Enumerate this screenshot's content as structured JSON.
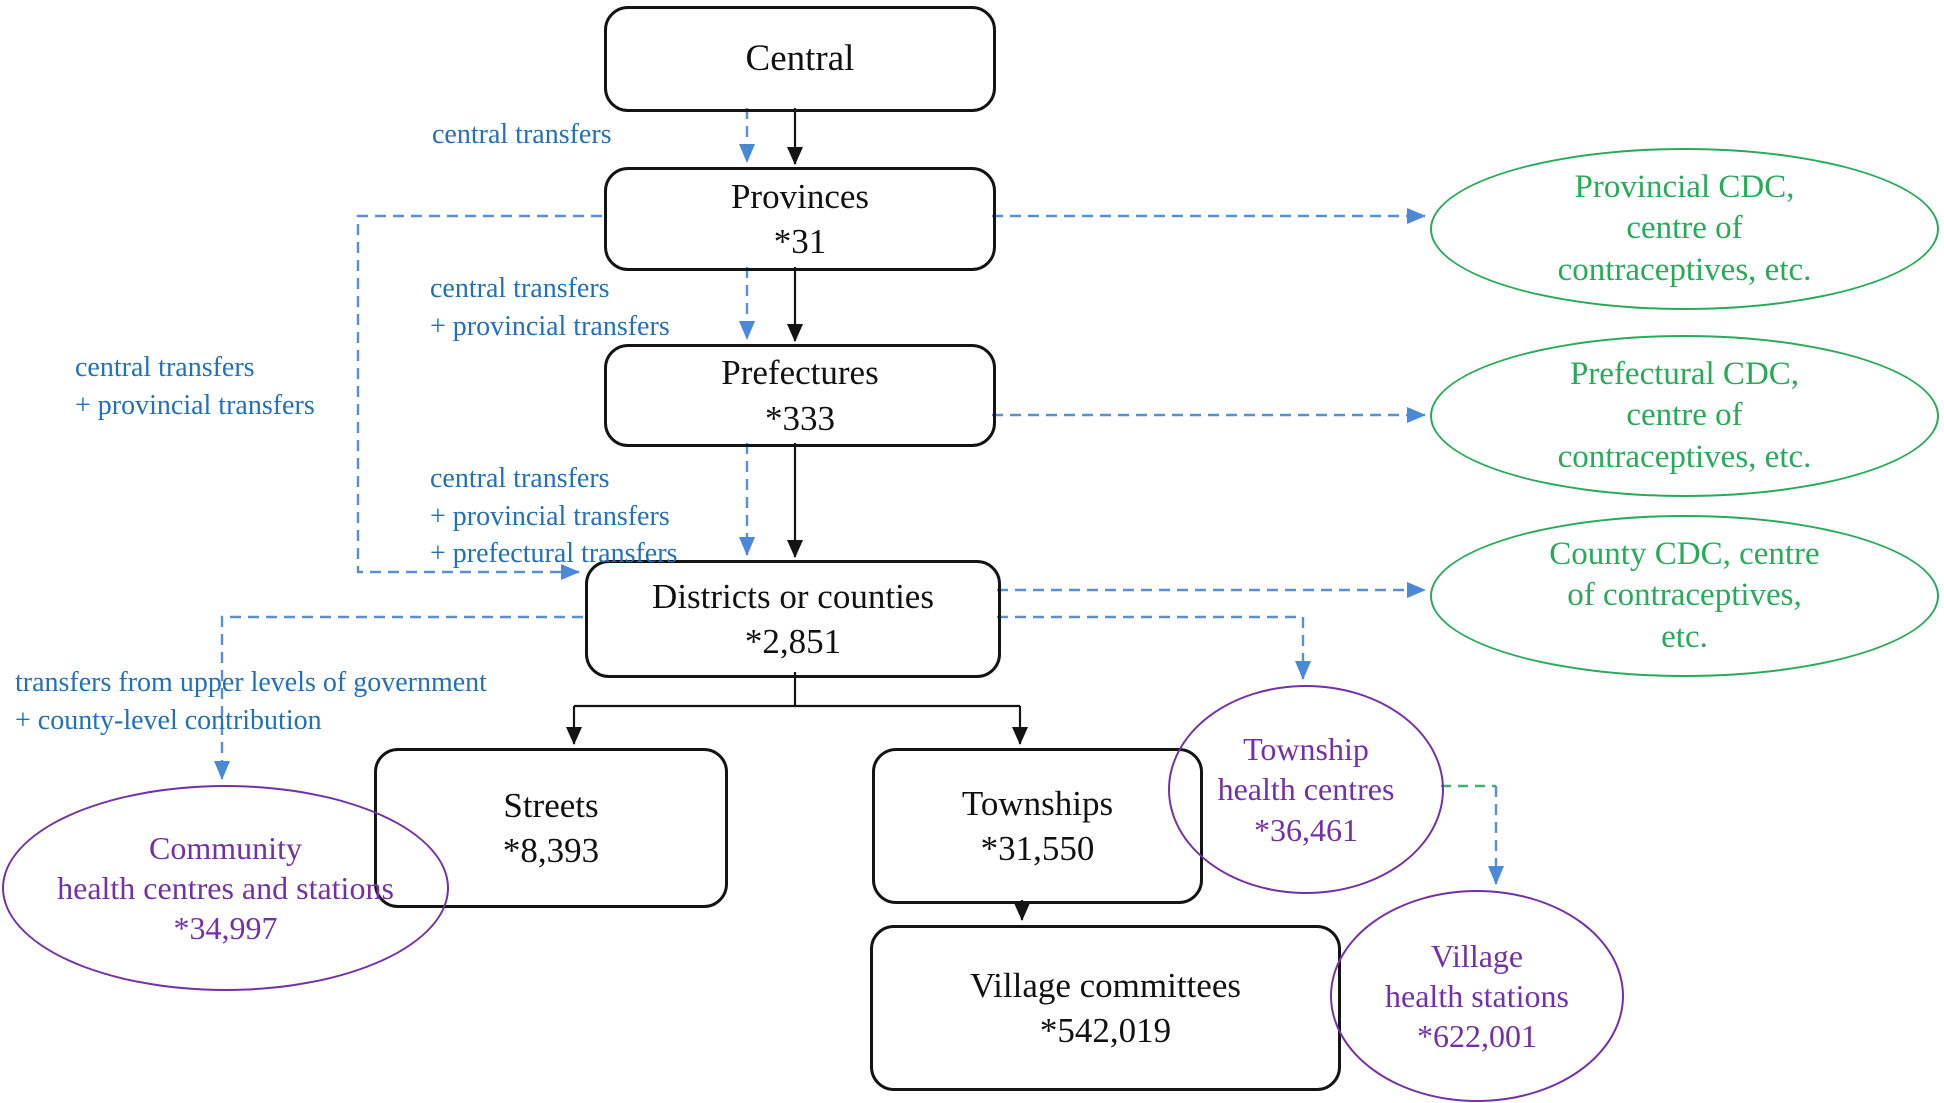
{
  "figure": {
    "background": "#ffffff"
  },
  "colors": {
    "box_border": "#141414",
    "box_text": "#111111",
    "blue_label": "#2270b8",
    "blue_dash": "#5b8fd4",
    "blue_arrowhead": "#4a89d8",
    "green": "#27ab58",
    "green_dash": "#3cb371",
    "purple": "#7430a8",
    "black_arrow": "#141414"
  },
  "nodes": {
    "central": {
      "label": "Central"
    },
    "provinces": {
      "label": "Provinces",
      "count": "*31"
    },
    "prefectures": {
      "label": "Prefectures",
      "count": "*333"
    },
    "districts": {
      "label": "Districts or counties",
      "count": "*2,851"
    },
    "streets": {
      "label": "Streets",
      "count": "*8,393"
    },
    "townships": {
      "label": "Townships",
      "count": "*31,550"
    },
    "village_committees": {
      "label": "Village committees",
      "count": "*542,019"
    }
  },
  "ellipses": {
    "provincial_cdc": {
      "text": "Provincial CDC,\ncentre of\ncontraceptives, etc."
    },
    "prefectural_cdc": {
      "text": "Prefectural CDC,\ncentre of\ncontraceptives, etc."
    },
    "county_cdc": {
      "text": "County CDC, centre\nof contraceptives,\netc."
    },
    "community_health": {
      "text": "Community\nhealth centres and stations\n*34,997"
    },
    "township_health": {
      "text": "Township\nhealth centres\n*36,461"
    },
    "village_health": {
      "text": "Village\nhealth stations\n*622,001"
    }
  },
  "flow_labels": {
    "central_transfers": "central transfers",
    "central_plus_provincial_mid": "central transfers\n+ provincial transfers",
    "central_plus_provincial_left": "central transfers\n+ provincial transfers",
    "central_provincial_prefectural": "central transfers\n+ provincial transfers\n+ prefectural transfers",
    "upper_levels_county": "transfers from upper levels of government\n+ county-level contribution"
  }
}
